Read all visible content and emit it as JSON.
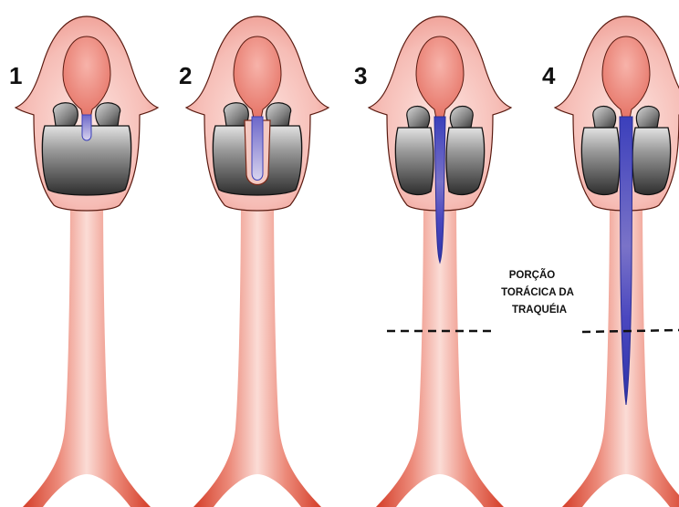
{
  "panels": [
    {
      "number": "1",
      "tube": "minimal"
    },
    {
      "number": "2",
      "tube": "in-larynx"
    },
    {
      "number": "3",
      "tube": "cervical"
    },
    {
      "number": "4",
      "tube": "thoracic"
    }
  ],
  "annotation": {
    "line1": "PORÇÃO",
    "line2": "TORÁCICA DA",
    "line3": "TRAQUÉIA"
  },
  "colors": {
    "background": "#ffffff",
    "head_tissue": "#f3aaa4",
    "head_tissue_light": "#fde3df",
    "epiglottis": "#ee8c82",
    "trachea_dark": "#d6412d",
    "trachea_light": "#fbd9d3",
    "cartilage_dark": "#3b3b3b",
    "cartilage_light": "#dcdcdc",
    "tube": "#3a3fb8",
    "tube_light": "#c7c3e8",
    "outline": "#5a1a10"
  }
}
